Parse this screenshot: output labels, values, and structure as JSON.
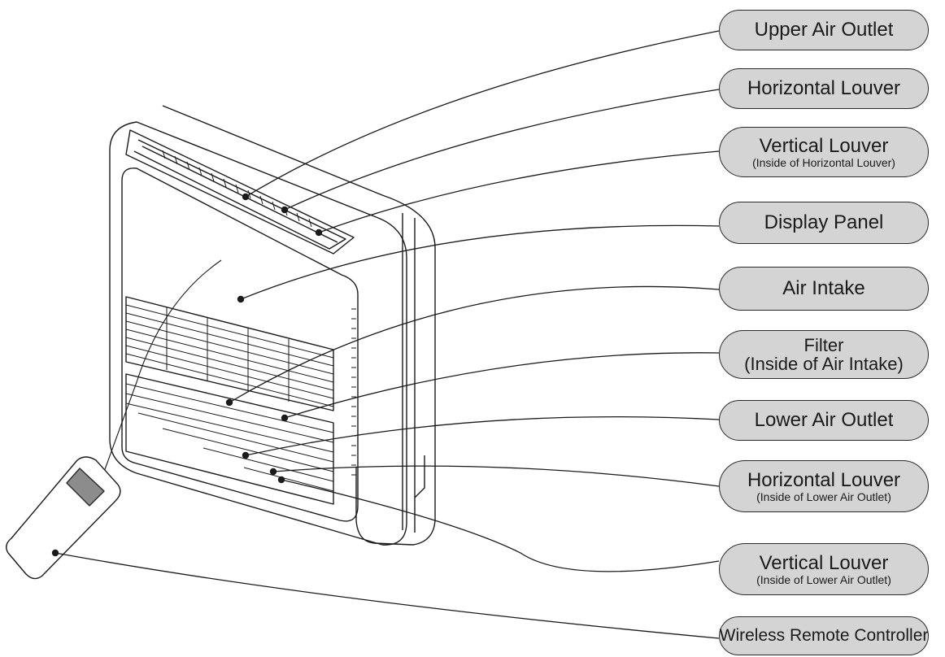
{
  "labels": [
    {
      "id": "upper-air-outlet",
      "main": "Upper Air Outlet",
      "sub": ""
    },
    {
      "id": "horizontal-louver-upper",
      "main": "Horizontal Louver",
      "sub": ""
    },
    {
      "id": "vertical-louver-upper",
      "main": "Vertical Louver",
      "sub": "(Inside of Horizontal Louver)"
    },
    {
      "id": "display-panel",
      "main": "Display Panel",
      "sub": ""
    },
    {
      "id": "air-intake",
      "main": "Air Intake",
      "sub": ""
    },
    {
      "id": "filter",
      "main": "Filter",
      "sub": "(Inside of Air Intake)"
    },
    {
      "id": "lower-air-outlet",
      "main": "Lower Air Outlet",
      "sub": ""
    },
    {
      "id": "horizontal-louver-lower",
      "main": "Horizontal Louver",
      "sub": "(Inside of Lower Air Outlet)"
    },
    {
      "id": "vertical-louver-lower",
      "main": "Vertical Louver",
      "sub": "(Inside of Lower Air Outlet)"
    },
    {
      "id": "wireless-remote-controller",
      "main": "Wireless Remote Controller",
      "sub": ""
    }
  ],
  "colors": {
    "label_fill": "#d4d4d4",
    "outline": "#2a2a2a",
    "remote_screen": "#8c8c8c"
  }
}
